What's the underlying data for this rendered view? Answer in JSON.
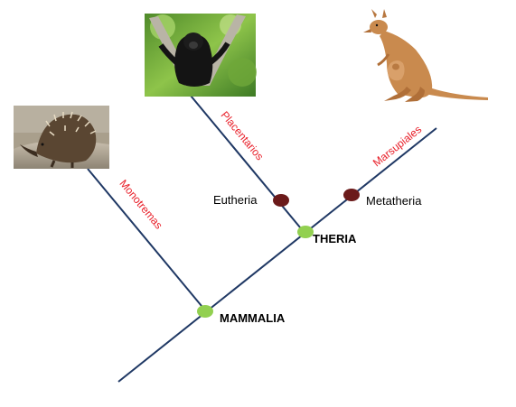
{
  "colors": {
    "branch": "#1f3864",
    "branch_label": "#e8202a",
    "clade_node": "#92d050",
    "subclade_node": "#6b1a1a",
    "text": "#000000"
  },
  "branches": {
    "monotremas": "Monotremas",
    "placentarios": "Placentarios",
    "marsupiales": "Marsupiales"
  },
  "nodes": {
    "mammalia": "MAMMALIA",
    "theria": "THERIA",
    "eutheria": "Eutheria",
    "metatheria": "Metatheria"
  },
  "images": {
    "echidna": "echidna-photo",
    "monkey": "black-monkey-photo",
    "kangaroo": "kangaroo-photo"
  }
}
